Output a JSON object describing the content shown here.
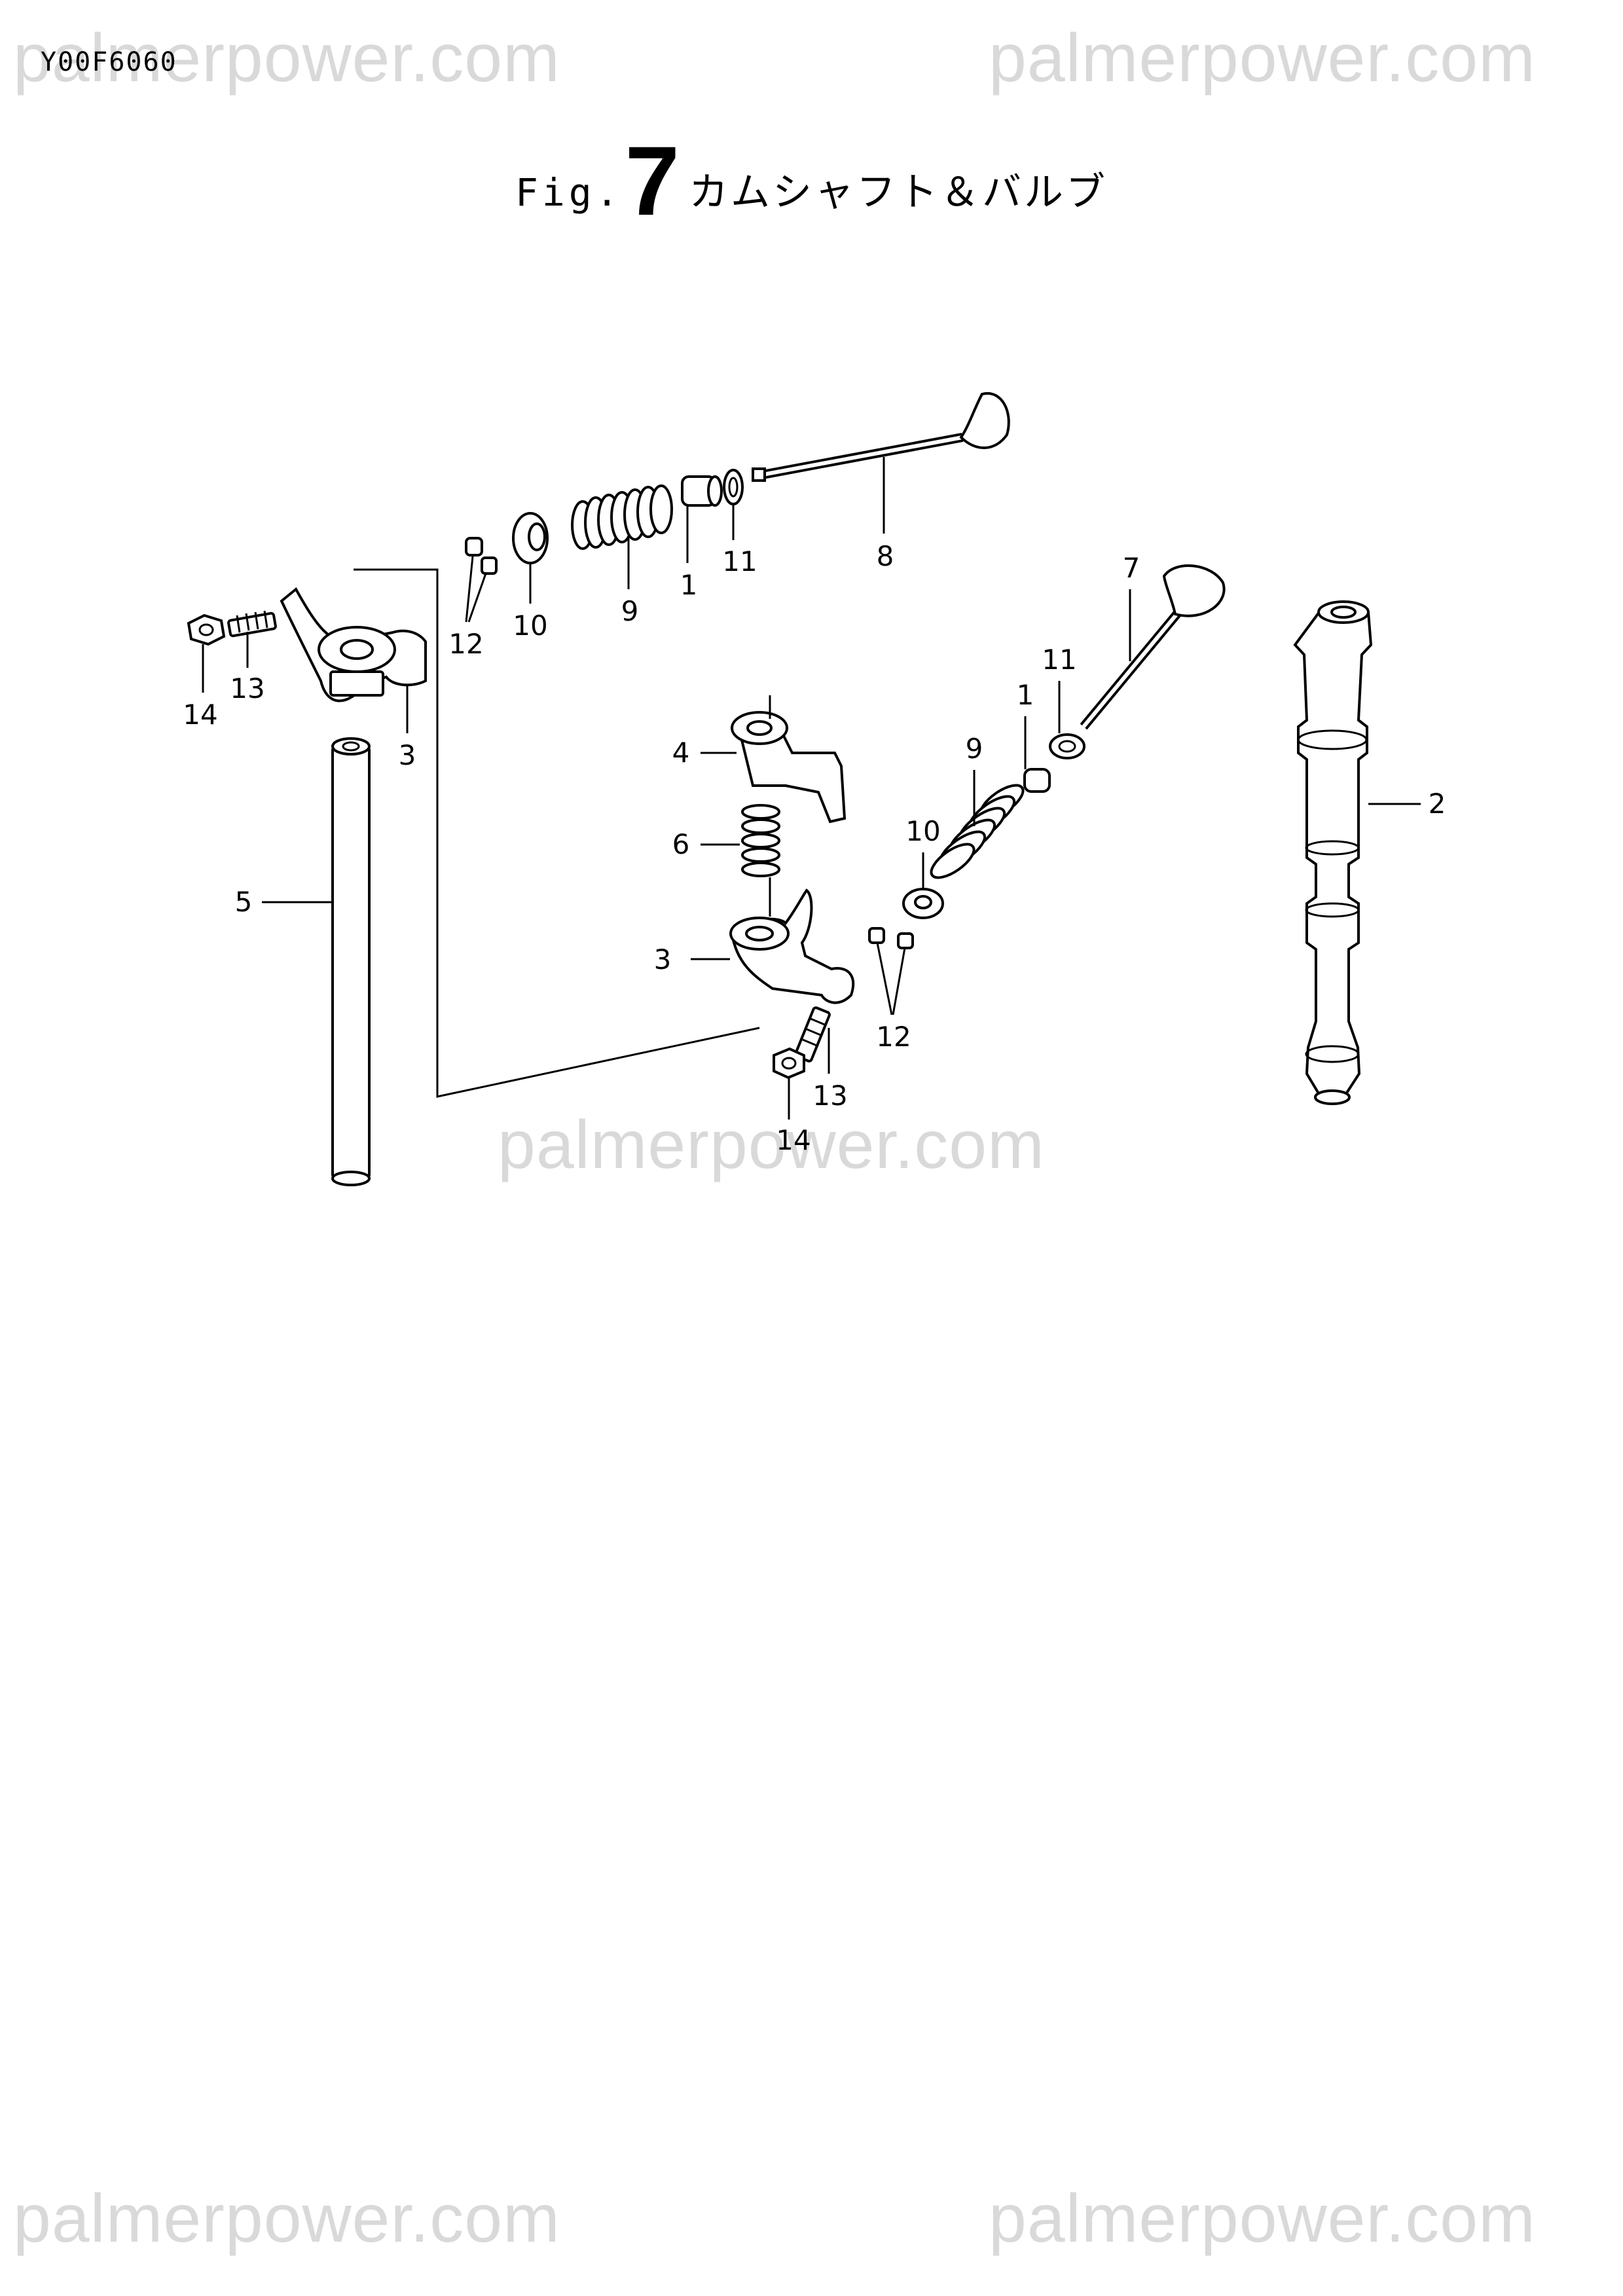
{
  "doc_id": "Y00F6060",
  "watermark": "palmerpower.com",
  "title": {
    "prefix": "Fig.",
    "number": "7",
    "name": "カムシャフト＆バルブ"
  },
  "callouts": {
    "c1a": "1",
    "c11a": "11",
    "c8": "8",
    "c9a": "9",
    "c10a": "10",
    "c12a": "12",
    "c14a": "14",
    "c13a": "13",
    "c3a": "3",
    "c5": "5",
    "c7": "7",
    "c11b": "11",
    "c1b": "1",
    "c9b": "9",
    "c10b": "10",
    "c4": "4",
    "c6": "6",
    "c3b": "3",
    "c12b": "12",
    "c13b": "13",
    "c14b": "14",
    "c2": "2"
  }
}
